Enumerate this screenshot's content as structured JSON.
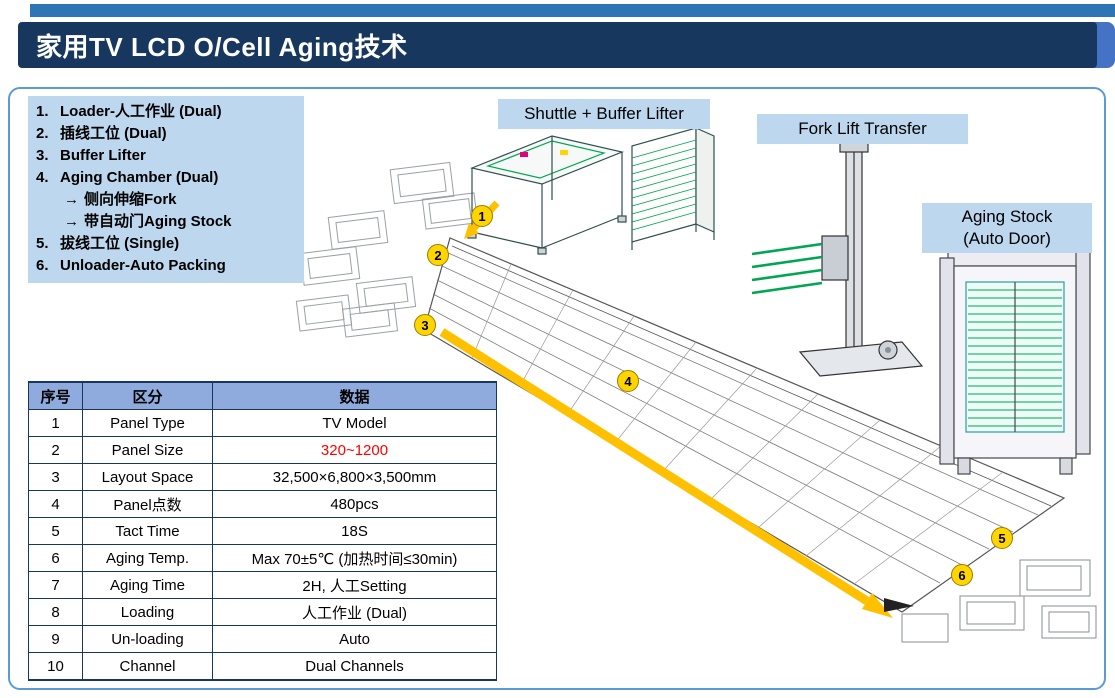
{
  "title": "家用TV LCD O/Cell Aging技术",
  "legend": {
    "lines": [
      {
        "label": "1.",
        "text": "Loader-人工作业 (Dual)"
      },
      {
        "label": "2.",
        "text": "插线工位 (Dual)"
      },
      {
        "label": "3.",
        "text": "Buffer Lifter"
      },
      {
        "label": "4.",
        "text": "Aging Chamber (Dual)"
      },
      {
        "label": "→",
        "text": "侧向伸缩Fork"
      },
      {
        "label": "→",
        "text": "带自动门Aging Stock"
      },
      {
        "label": "5.",
        "text": "拔线工位 (Single)"
      },
      {
        "label": "6.",
        "text": "Unloader-Auto Packing"
      }
    ]
  },
  "diagram_labels": {
    "shuttle": "Shuttle + Buffer Lifter",
    "fork": "Fork Lift Transfer",
    "aging_line1": "Aging Stock",
    "aging_line2": "(Auto Door)"
  },
  "callouts": [
    "1",
    "2",
    "3",
    "4",
    "5",
    "6"
  ],
  "table": {
    "headers": [
      "序号",
      "区分",
      "数据"
    ],
    "rows": [
      {
        "no": "1",
        "category": "Panel Type",
        "value": "TV Model"
      },
      {
        "no": "2",
        "category": "Panel Size",
        "value": "320~1200"
      },
      {
        "no": "3",
        "category": "Layout Space",
        "value": "32,500×6,800×3,500mm"
      },
      {
        "no": "4",
        "category": "Panel点数",
        "value": "480pcs"
      },
      {
        "no": "5",
        "category": "Tact Time",
        "value": "18S"
      },
      {
        "no": "6",
        "category": "Aging Temp.",
        "value": "Max 70±5℃ (加热时间≤30min)"
      },
      {
        "no": "7",
        "category": "Aging Time",
        "value": "2H, 人工Setting"
      },
      {
        "no": "8",
        "category": "Loading",
        "value": "人工作业 (Dual)"
      },
      {
        "no": "9",
        "category": "Un-loading",
        "value": "Auto"
      },
      {
        "no": "10",
        "category": "Channel",
        "value": "Dual Channels"
      }
    ]
  },
  "colors": {
    "title_bar": "#17375E",
    "accent_strip": "#2E75B6",
    "label_bg": "#BDD7EE",
    "table_header_bg": "#8FAADC",
    "frame_blue": "#5B9BD5",
    "callout_yellow": "#FFD500",
    "flow_arrow_yellow": "#FFC000",
    "highlight_red": "#FF0000",
    "machine_green": "#00A651"
  }
}
